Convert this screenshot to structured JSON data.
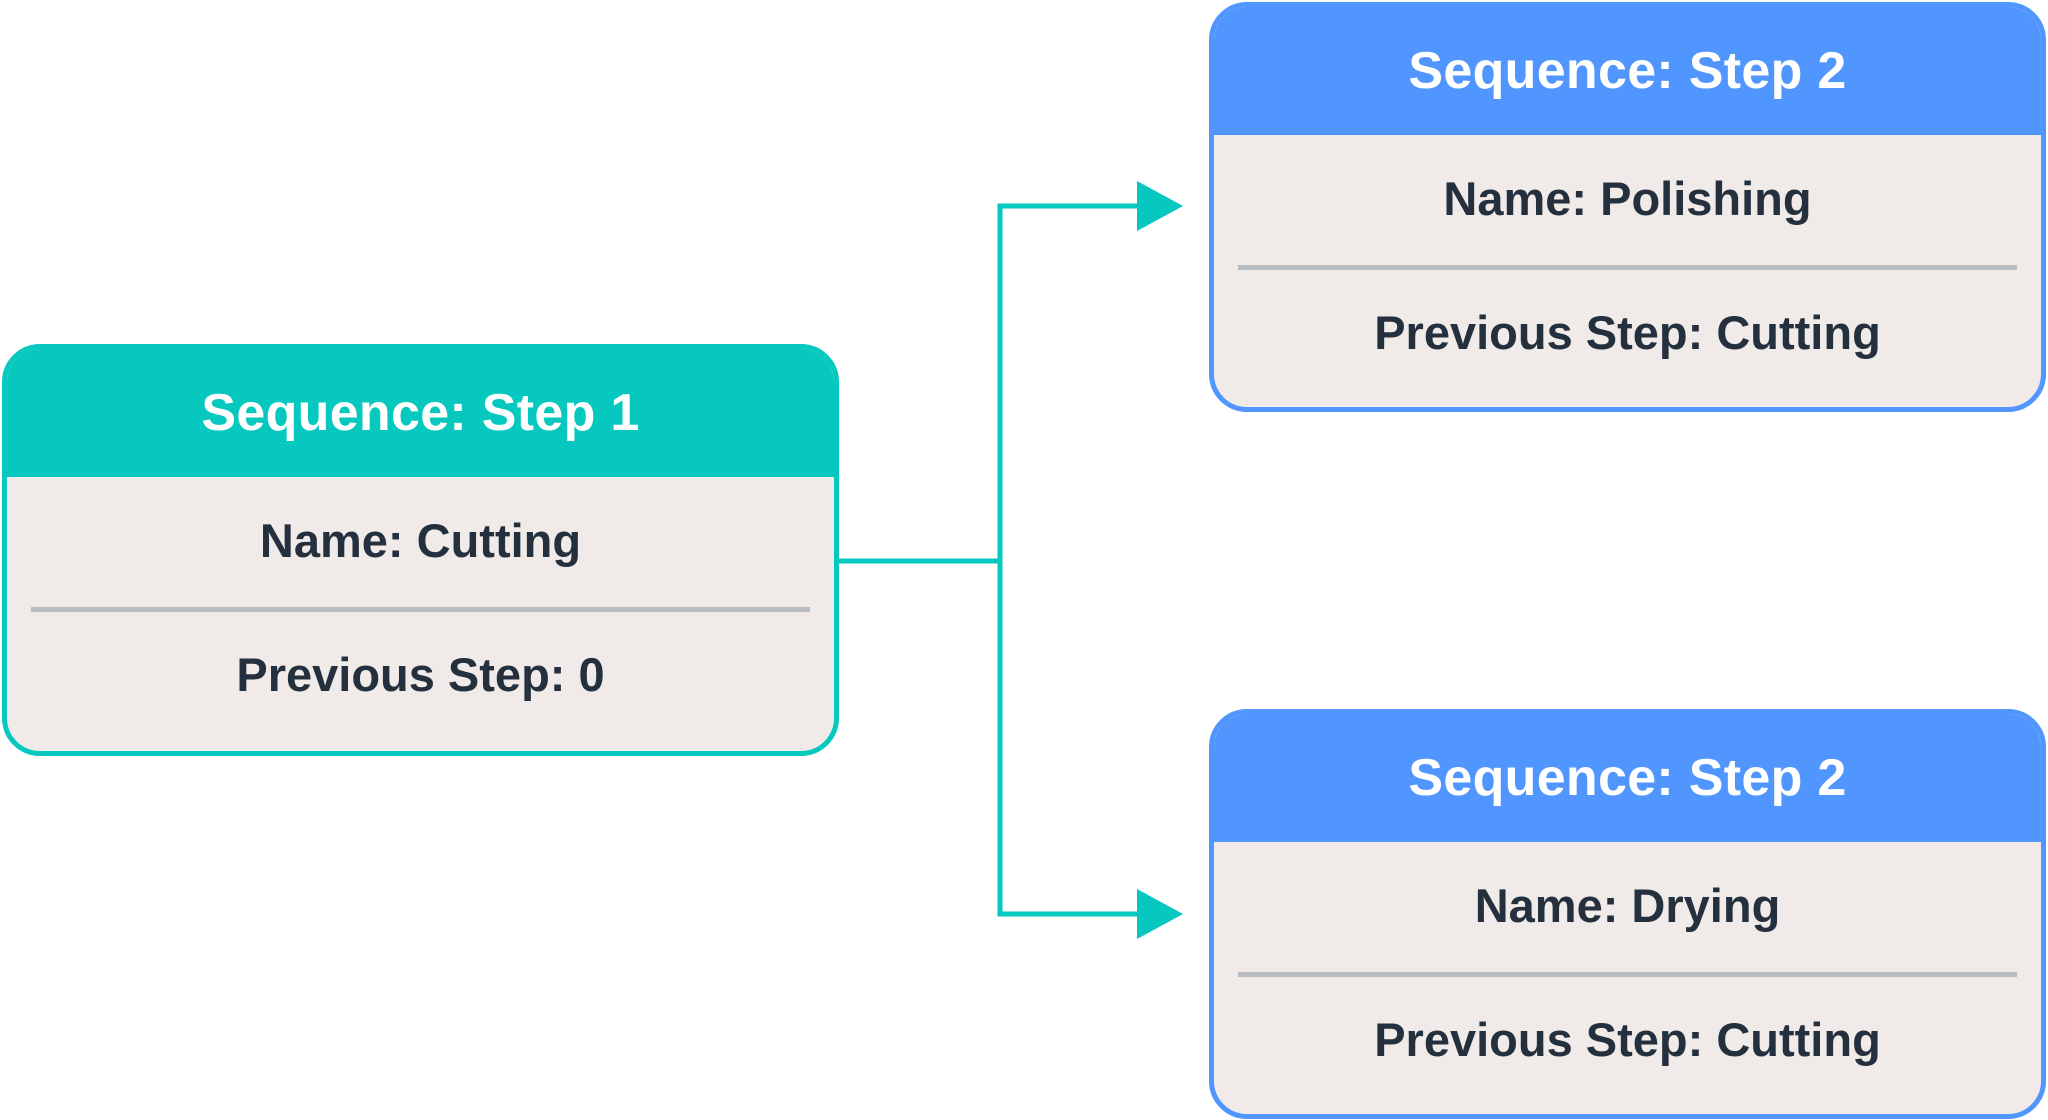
{
  "colors": {
    "teal": "#06c8bf",
    "blue": "#5196fe",
    "card_body": "#f0ebe8",
    "text_dark": "#25303f",
    "divider": "#b9bcc0"
  },
  "nodes": [
    {
      "title": "Sequence: Step 1",
      "name": "Name: Cutting",
      "previous": "Previous Step: 0",
      "accent": "teal"
    },
    {
      "title": "Sequence: Step 2",
      "name": "Name: Polishing",
      "previous": "Previous Step: Cutting",
      "accent": "blue"
    },
    {
      "title": "Sequence: Step 2",
      "name": "Name: Drying",
      "previous": "Previous Step: Cutting",
      "accent": "blue"
    }
  ],
  "edges": [
    {
      "from": "Name: Cutting",
      "to": "Name: Polishing"
    },
    {
      "from": "Name: Cutting",
      "to": "Name: Drying"
    }
  ]
}
